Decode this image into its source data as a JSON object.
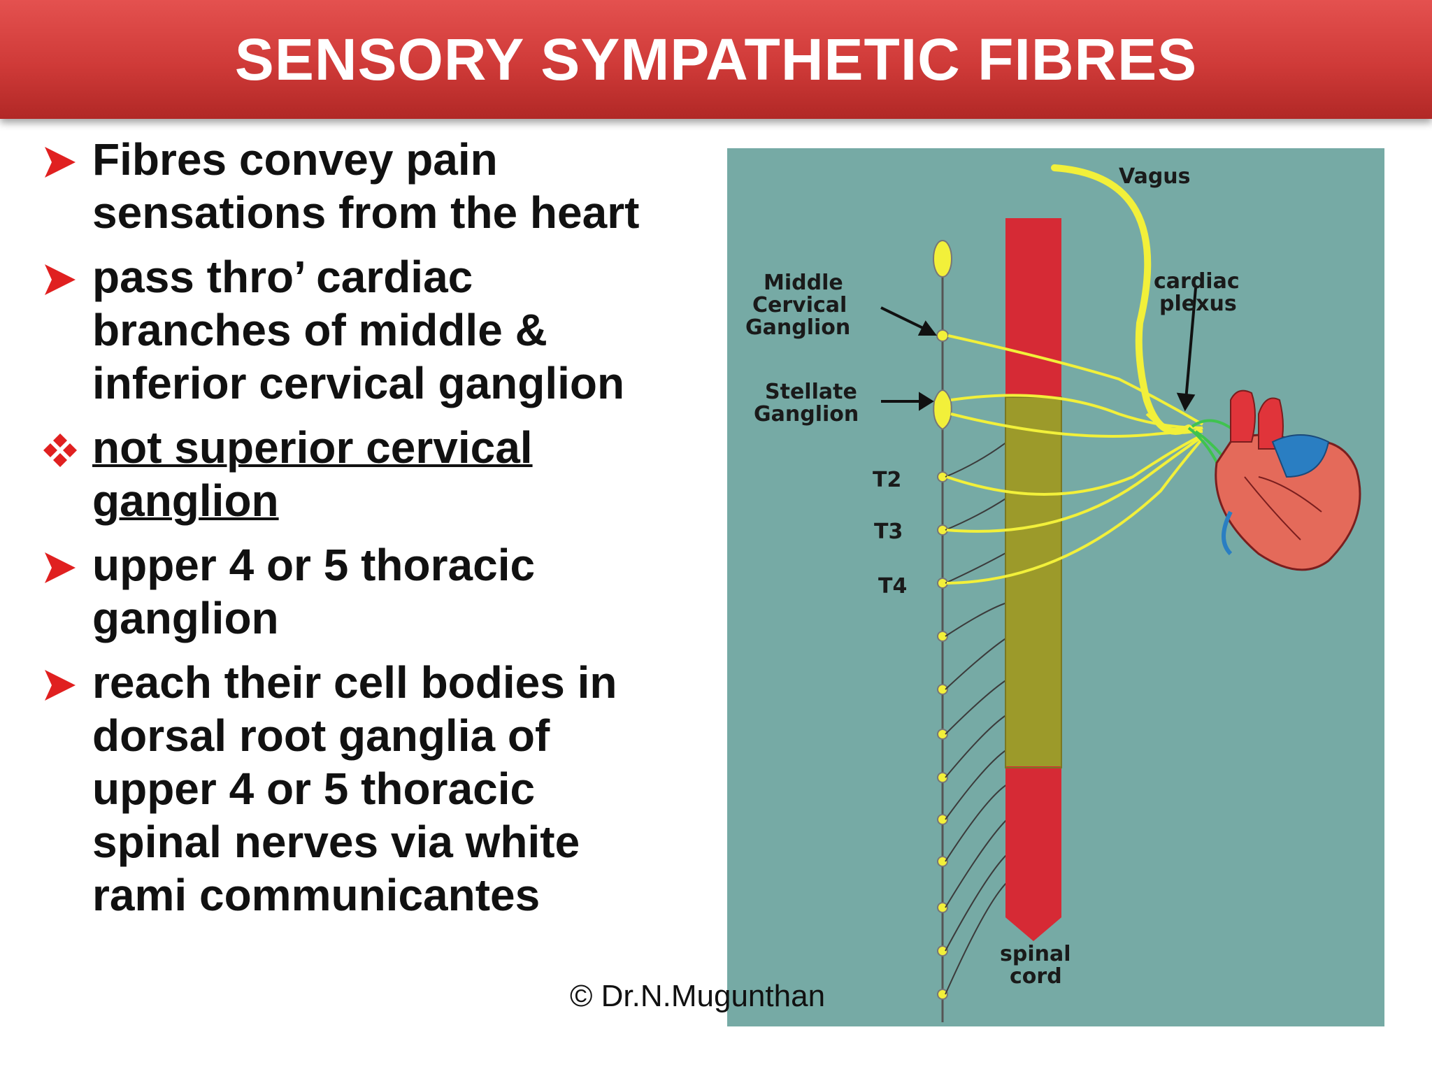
{
  "slide": {
    "title": "SENSORY SYMPATHETIC FIBRES",
    "bullets": [
      {
        "marker": "arrow",
        "text": "Fibres convey pain\nsensations from the heart"
      },
      {
        "marker": "arrow",
        "text": " pass thro’ cardiac\nbranches of middle &\ninferior cervical ganglion"
      },
      {
        "marker": "diamond",
        "text": "not superior cervical\nganglion",
        "underlined": true
      },
      {
        "marker": "arrow",
        "text": " upper 4 or 5 thoracic\nganglion"
      },
      {
        "marker": "arrow",
        "text": "reach their cell bodies in\ndorsal root ganglia of\nupper 4 or 5 thoracic\nspinal nerves via white\nrami communicantes"
      }
    ],
    "copyright": "© Dr.N.Mugunthan"
  },
  "diagram": {
    "labels": {
      "vagus": "Vagus",
      "cardiac_plexus_1": "cardiac",
      "cardiac_plexus_2": "plexus",
      "middle_cervical_1": "Middle",
      "middle_cervical_2": "Cervical",
      "middle_cervical_3": "Ganglion",
      "stellate_1": "Stellate",
      "stellate_2": "Ganglion",
      "t2": "T2",
      "t3": "T3",
      "t4": "T4",
      "spinal_cord_1": "spinal",
      "spinal_cord_2": "cord"
    }
  },
  "colors": {
    "title_red": "#cf3a38",
    "marker_red": "#e02020",
    "diagram_bg": "#76aaa5",
    "fibre_yellow": "#f2f03a",
    "cord_red": "#d62a35",
    "cord_olive": "#9c9a2a"
  }
}
